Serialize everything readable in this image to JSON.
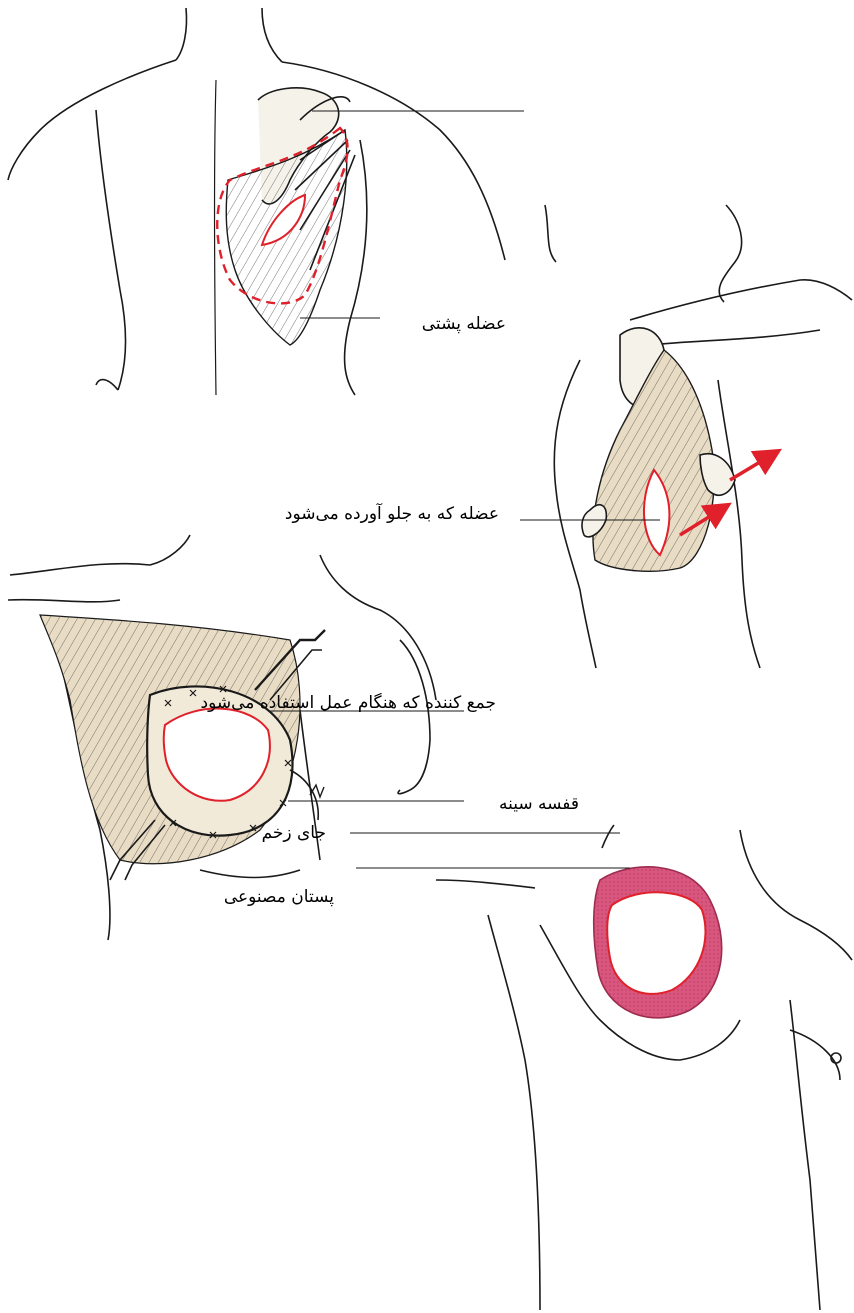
{
  "labels": {
    "latissimus": "عضله پشتی",
    "advanced_muscle": "عضله که به جلو آورده می‌شود",
    "surgical_collector": "جمع کننده که هنگام عمل استفاده می‌شود",
    "rib_cage": "قفسه سینه",
    "wound_site": "جای زخم",
    "prosthetic_breast": "پستان مصنوعی"
  },
  "colors": {
    "outline": "#1a1a1a",
    "incision": "#e0202a",
    "muscle_fill": "#e9dcc4",
    "prosthesis_fill": "#d9567e",
    "arrow": "#e0202a"
  }
}
